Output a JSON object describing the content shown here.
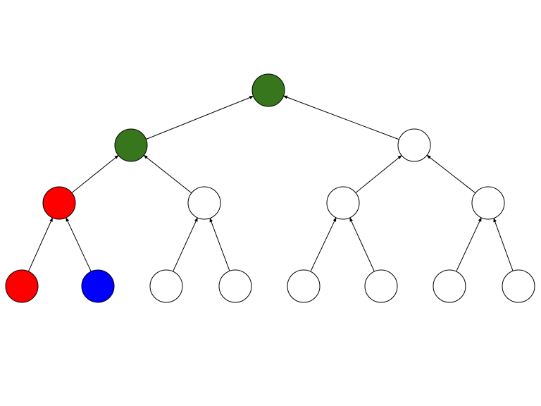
{
  "diagram": {
    "type": "binary-tree",
    "edge_direction": "child-to-parent",
    "edge_color": "#000000",
    "node_stroke": "#000000",
    "colors": {
      "green": "#38761d",
      "red": "#ff0000",
      "blue": "#0000ff",
      "white": "#ffffff"
    },
    "nodes": [
      {
        "id": "root",
        "level": 0,
        "fill": "green"
      },
      {
        "id": "l1-left",
        "level": 1,
        "fill": "green",
        "parent": "root"
      },
      {
        "id": "l1-right",
        "level": 1,
        "fill": "white",
        "parent": "root"
      },
      {
        "id": "l2-1",
        "level": 2,
        "fill": "red",
        "parent": "l1-left"
      },
      {
        "id": "l2-2",
        "level": 2,
        "fill": "white",
        "parent": "l1-left"
      },
      {
        "id": "l2-3",
        "level": 2,
        "fill": "white",
        "parent": "l1-right"
      },
      {
        "id": "l2-4",
        "level": 2,
        "fill": "white",
        "parent": "l1-right"
      },
      {
        "id": "leaf-1",
        "level": 3,
        "fill": "red",
        "parent": "l2-1"
      },
      {
        "id": "leaf-2",
        "level": 3,
        "fill": "blue",
        "parent": "l2-1"
      },
      {
        "id": "leaf-3",
        "level": 3,
        "fill": "white",
        "parent": "l2-2"
      },
      {
        "id": "leaf-4",
        "level": 3,
        "fill": "white",
        "parent": "l2-2"
      },
      {
        "id": "leaf-5",
        "level": 3,
        "fill": "white",
        "parent": "l2-3"
      },
      {
        "id": "leaf-6",
        "level": 3,
        "fill": "white",
        "parent": "l2-3"
      },
      {
        "id": "leaf-7",
        "level": 3,
        "fill": "white",
        "parent": "l2-4"
      },
      {
        "id": "leaf-8",
        "level": 3,
        "fill": "white",
        "parent": "l2-4"
      }
    ]
  }
}
